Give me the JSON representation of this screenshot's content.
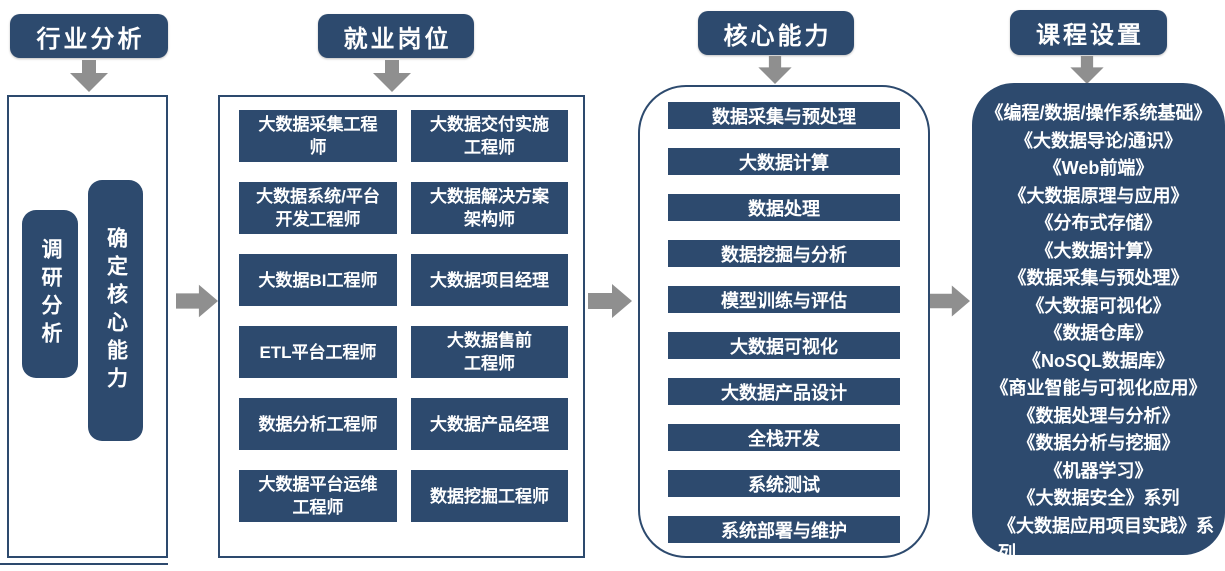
{
  "diagram": {
    "colors": {
      "navy": "#2d4a6e",
      "arrow_gray": "#8f8f8f",
      "background": "#ffffff"
    },
    "stages": [
      {
        "id": "industry-analysis",
        "title": "行业分析"
      },
      {
        "id": "jobs",
        "title": "就业岗位"
      },
      {
        "id": "core-capabilities",
        "title": "核心能力"
      },
      {
        "id": "courses",
        "title": "课程设置"
      }
    ],
    "industry_analysis": {
      "steps": [
        "调研分析",
        "确定核心能力"
      ]
    },
    "jobs": {
      "left": [
        "大数据采集工程\n师",
        "大数据系统/平台\n开发工程师",
        "大数据BI工程师",
        "ETL平台工程师",
        "数据分析工程师",
        "大数据平台运维\n工程师"
      ],
      "right": [
        "大数据交付实施\n工程师",
        "大数据解决方案\n架构师",
        "大数据项目经理",
        "大数据售前\n工程师",
        "大数据产品经理",
        "数据挖掘工程师"
      ]
    },
    "capabilities": [
      "数据采集与预处理",
      "大数据计算",
      "数据处理",
      "数据挖掘与分析",
      "模型训练与评估",
      "大数据可视化",
      "大数据产品设计",
      "全栈开发",
      "系统测试",
      "系统部署与维护"
    ],
    "courses": [
      "《编程/数据/操作系统基础》",
      "《大数据导论/通识》",
      "《Web前端》",
      "《大数据原理与应用》",
      "《分布式存储》",
      "《大数据计算》",
      "《数据采集与预处理》",
      "《大数据可视化》",
      "《数据仓库》",
      "《NoSQL数据库》",
      "《商业智能与可视化应用》",
      "《数据处理与分析》",
      "《数据分析与挖掘》",
      "《机器学习》",
      "《大数据安全》系列",
      "《大数据应用项目实践》系\n列"
    ]
  }
}
